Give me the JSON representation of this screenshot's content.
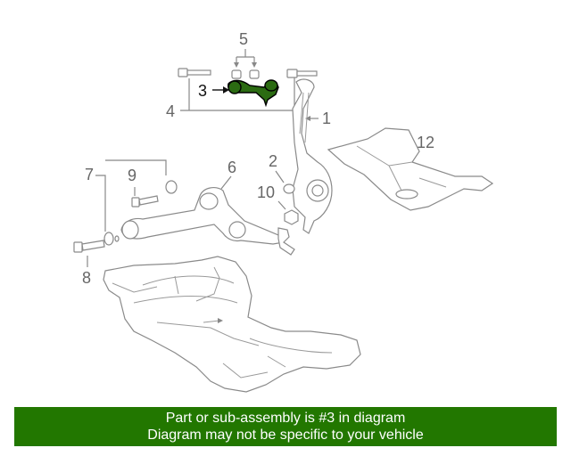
{
  "callouts": {
    "c1": "1",
    "c2": "2",
    "c3": "3",
    "c4": "4",
    "c5": "5",
    "c6": "6",
    "c7": "7",
    "c8": "8",
    "c9": "9",
    "c10": "10",
    "c12": "12"
  },
  "highlighted_part": "3",
  "colors": {
    "highlight_part": "#2b6b12",
    "banner_background": "#227700",
    "banner_text": "#ffffff",
    "line_art": "#8a8a8a"
  },
  "banner": {
    "line1": "Part or sub-assembly is #3 in diagram",
    "line2": "Diagram may not be specific to your vehicle"
  }
}
